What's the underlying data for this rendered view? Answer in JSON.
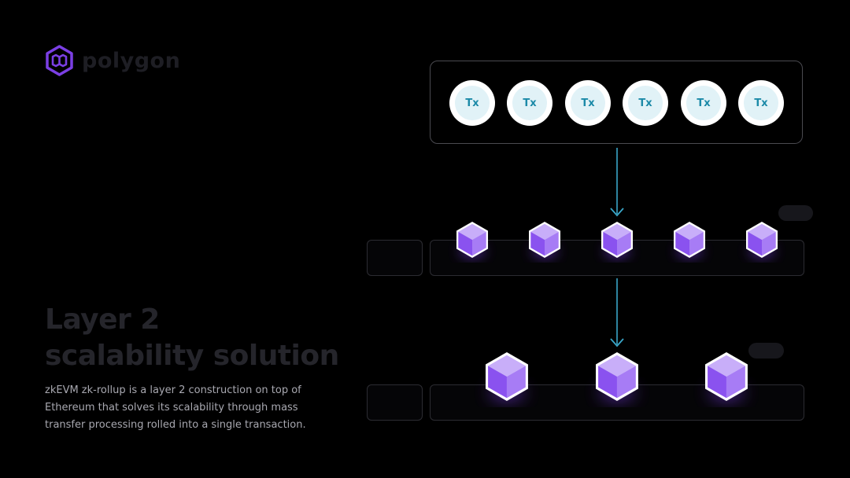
{
  "brand": {
    "name": "polygon",
    "logo_icon": "polygon-hexagon-icon",
    "accent": "#8247e5"
  },
  "headline": {
    "line1": "Layer 2",
    "line2": "scalability solution"
  },
  "description": "zkEVM zk-rollup is a layer 2 construction on top of Ethereum that solves its scalability through mass transfer processing rolled into a single transaction.",
  "transactions": [
    "Tx",
    "Tx",
    "Tx",
    "Tx",
    "Tx",
    "Tx"
  ],
  "colors": {
    "tx_text": "#1c8aa8",
    "tx_fill": "#e1f2f7",
    "arrow": "#3aa6c8",
    "cube": "#9b6bf2"
  }
}
